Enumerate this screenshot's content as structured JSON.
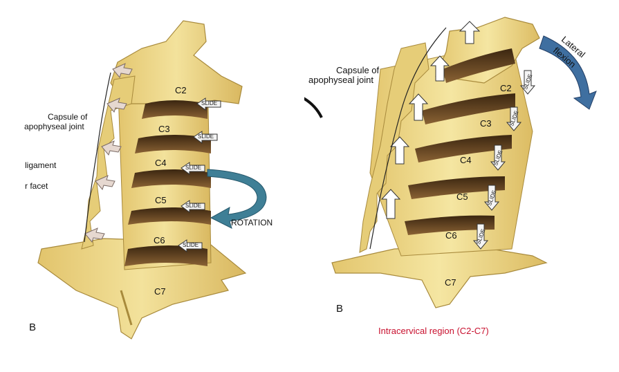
{
  "left_figure": {
    "panel_letter": "B",
    "capsule_label_line1": "Capsule of",
    "capsule_label_line2": "apophyseal joint",
    "ligament_label": "ligament",
    "facet_label": "r facet",
    "rotation_label": "ROTATION",
    "slide_label": "SLIDE",
    "vertebrae": [
      "C2",
      "C3",
      "C4",
      "C5",
      "C6",
      "C7"
    ]
  },
  "right_figure": {
    "panel_letter": "B",
    "capsule_label_line1": "Capsule of",
    "capsule_label_line2": "apophyseal joint",
    "motion_label_line1": "Lateral",
    "motion_label_line2": "flexion",
    "slide_label": "SLIDE",
    "vertebrae": [
      "C2",
      "C3",
      "C4",
      "C5",
      "C6",
      "C7"
    ],
    "caption": "Intracervical region (C2-C7)"
  },
  "colors": {
    "bone": "#efd98a",
    "bone_dark": "#c9a94e",
    "cavity": "#6a4a22",
    "caption_red": "#c8102e",
    "arrow_teal": "#3f7f96"
  }
}
